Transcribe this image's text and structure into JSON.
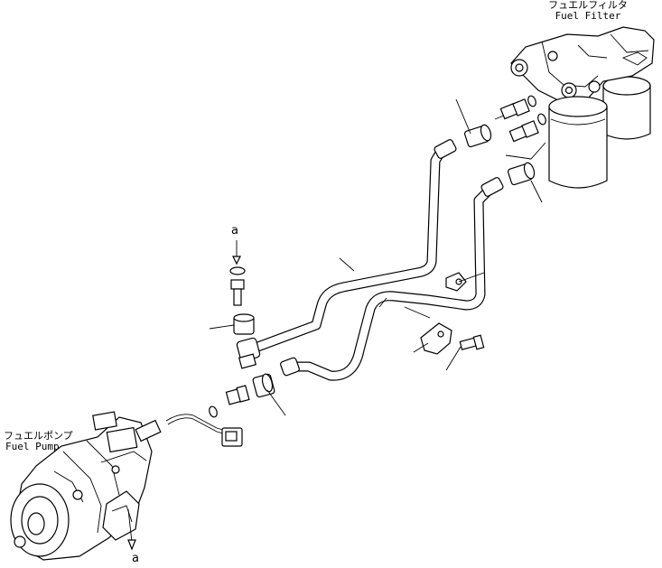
{
  "labels": {
    "fuel_filter_jp": "フュエルフィルタ",
    "fuel_filter_en": "Fuel Filter",
    "fuel_pump_jp": "フュエルポンプ",
    "fuel_pump_en": "Fuel Pump",
    "ref_a_top": "a",
    "ref_a_bottom": "a"
  }
}
